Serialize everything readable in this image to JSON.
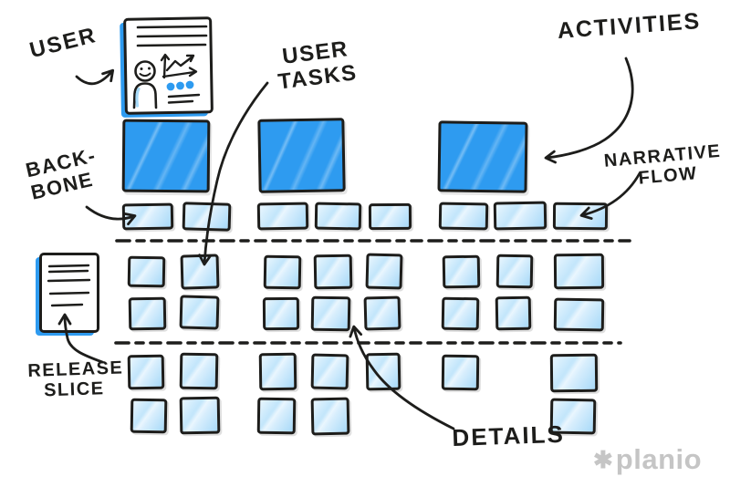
{
  "palette": {
    "background": "#ffffff",
    "ink": "#1d1d1b",
    "activity_blue": "#2e9bf0",
    "sticky_blue": "#bfe3fa",
    "logo_gray": "#c5c5c5"
  },
  "labels": {
    "user": "USER",
    "user_tasks": [
      "USER",
      "TASKS"
    ],
    "activities": "ACTIVITIES",
    "narrative_flow": [
      "NARRATIVE",
      "FLOW"
    ],
    "backbone": [
      "BACK-",
      "BONE"
    ],
    "release_slice": [
      "RELEASE",
      "SLICE"
    ],
    "details": "DETAILS"
  },
  "logo": {
    "symbol": "✱",
    "text": "planio"
  },
  "board": {
    "activity_cards": [
      [
        134,
        131,
        96,
        80,
        0.5
      ],
      [
        283,
        130,
        95,
        81,
        -1
      ],
      [
        480,
        133,
        98,
        78,
        0.8
      ]
    ],
    "backbone_cards": [
      [
        134,
        223,
        56,
        29,
        -1
      ],
      [
        200,
        222,
        53,
        31,
        1.5
      ],
      [
        282,
        222,
        56,
        30,
        -1
      ],
      [
        345,
        222,
        51,
        30,
        1
      ],
      [
        404,
        223,
        47,
        29,
        -0.5
      ],
      [
        481,
        222,
        54,
        30,
        1
      ],
      [
        541,
        221,
        58,
        31,
        -1
      ],
      [
        606,
        222,
        60,
        30,
        0.5
      ]
    ],
    "slice1_row1": [
      [
        140,
        281,
        41,
        34,
        1
      ],
      [
        198,
        279,
        42,
        38,
        -1.5
      ],
      [
        289,
        280,
        41,
        37,
        1
      ],
      [
        344,
        279,
        42,
        38,
        -1
      ],
      [
        401,
        278,
        40,
        39,
        1.5
      ],
      [
        485,
        280,
        41,
        36,
        -1
      ],
      [
        544,
        279,
        40,
        37,
        1
      ],
      [
        607,
        278,
        55,
        39,
        -0.5
      ]
    ],
    "slice1_row2": [
      [
        141,
        326,
        41,
        36,
        -1
      ],
      [
        197,
        324,
        43,
        37,
        1.5
      ],
      [
        288,
        326,
        40,
        36,
        -0.5
      ],
      [
        341,
        325,
        43,
        38,
        1
      ],
      [
        399,
        325,
        40,
        37,
        -1.5
      ],
      [
        484,
        326,
        41,
        36,
        1
      ],
      [
        543,
        325,
        39,
        37,
        -1
      ],
      [
        607,
        327,
        55,
        36,
        0.8
      ]
    ],
    "slice2_row1": [
      [
        140,
        389,
        40,
        38,
        -1
      ],
      [
        197,
        387,
        42,
        40,
        1
      ],
      [
        284,
        387,
        41,
        41,
        -0.8
      ],
      [
        341,
        388,
        41,
        39,
        1.2
      ],
      [
        401,
        387,
        38,
        41,
        -1
      ],
      [
        484,
        389,
        41,
        39,
        0.7
      ],
      [
        603,
        388,
        52,
        42,
        -0.6
      ]
    ],
    "slice2_row2": [
      [
        143,
        437,
        40,
        38,
        1
      ],
      [
        197,
        435,
        44,
        41,
        -1
      ],
      [
        282,
        436,
        42,
        40,
        0.8
      ],
      [
        341,
        436,
        42,
        41,
        -1.2
      ],
      [
        603,
        437,
        50,
        39,
        1
      ]
    ]
  }
}
